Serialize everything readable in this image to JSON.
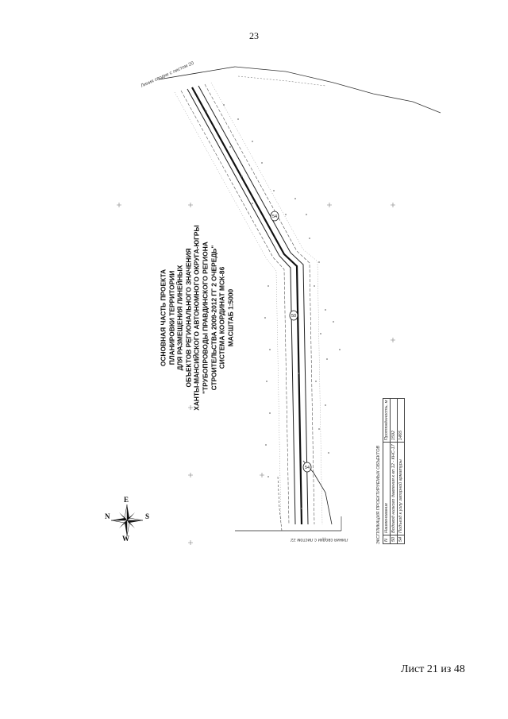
{
  "page": {
    "number": "23",
    "sheet": "Лист 21 из 48"
  },
  "title_lines": [
    "ОСНОВНАЯ ЧАСТЬ ПРОЕКТА",
    "ПЛАНИРОВКИ ТЕРРИТОРИИ",
    "ДЛЯ РАЗМЕЩЕНИЯ ЛИНЕЙНЫХ",
    "ОБЪЕКТОВ РЕГИОНАЛЬНОГО ЗНАЧЕНИЯ",
    "ХАНТЫ-МАНСИЙСКОГО АВТОНОМНОГО ОКРУГА-ЮГРЫ",
    "\"ТРУБОПРОВОДЫ ПРАВДИНСКОГО РЕГИОНА",
    "СТРОИТЕЛЬСТВА 2009-2012 ГГ 2 ОЧЕРЕДЬ\"",
    "СИСТЕМА КООРДИНАТ МСК-86",
    "МАСШТАБ 1:5000"
  ],
  "compass": {
    "n": "N",
    "e": "E",
    "s": "S",
    "w": "W"
  },
  "match_lines": {
    "top": "Линия сводки с листом 20",
    "bottom": "Линия сводки с листом 22"
  },
  "legend": {
    "title": "ЭКСПЛИКАЦИЯ ПРОЕКТИРУЕМЫХ ОБЪЕКТОВ",
    "headers": [
      "N",
      "Наименование",
      "Протяжённость, м"
    ],
    "rows": [
      [
        "50",
        "Водовод низкого давления к кп 12 - КНС-17",
        "1592"
      ],
      [
        "54",
        "Подъезд к узлу запорной арматуры",
        "1465"
      ]
    ]
  },
  "map_markers": [
    "54",
    "50",
    "54"
  ],
  "colors": {
    "ink": "#1a1a1a",
    "faint": "#777777",
    "paper": "#ffffff"
  }
}
